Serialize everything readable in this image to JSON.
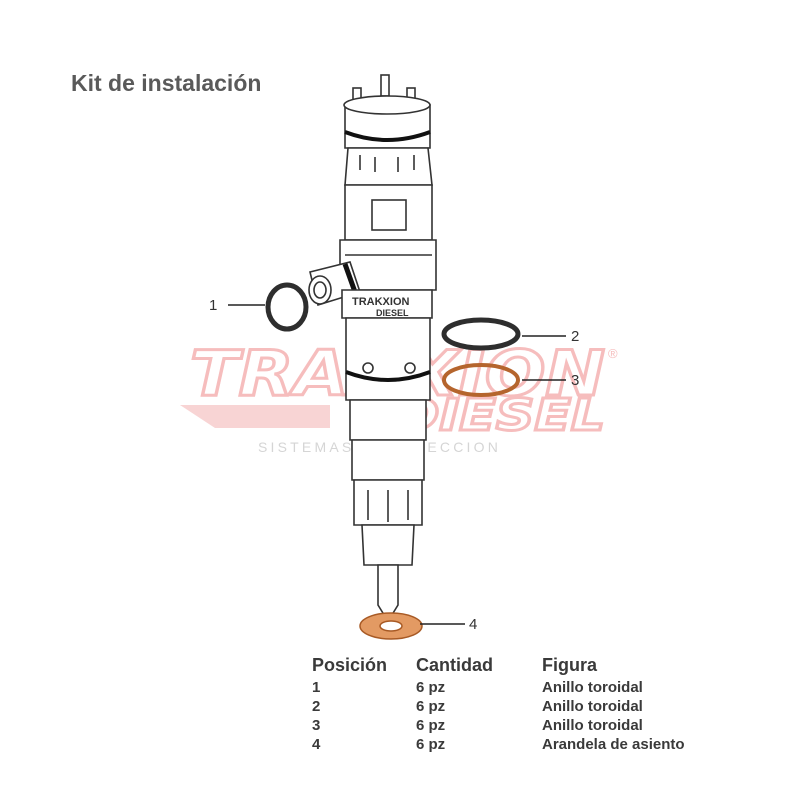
{
  "title": "Kit de instalación",
  "watermark": {
    "brand_line1": "TRAXXION",
    "brand_line2": "DIESEL",
    "registered": "®",
    "tagline": "SISTEMAS DE INYECCION",
    "color": "#f4b0b0"
  },
  "injector_label": {
    "line1": "TRAKXION",
    "line2": "DIESEL"
  },
  "callouts": [
    "1",
    "2",
    "3",
    "4"
  ],
  "colors": {
    "ring_black": "#2e2e2e",
    "ring_copper": "#b5652d",
    "washer_copper": "#e39a63"
  },
  "table": {
    "headers": [
      "Posición",
      "Cantidad",
      "Figura"
    ],
    "rows": [
      [
        "1",
        "6 pz",
        "Anillo toroidal"
      ],
      [
        "2",
        "6 pz",
        "Anillo toroidal"
      ],
      [
        "3",
        "6 pz",
        "Anillo toroidal"
      ],
      [
        "4",
        "6 pz",
        "Arandela de asiento"
      ]
    ]
  }
}
